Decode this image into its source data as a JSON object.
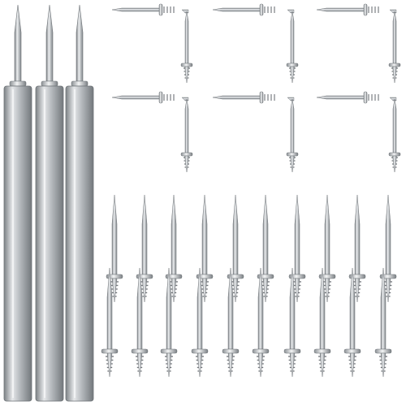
{
  "image": {
    "subject": "steel-pins-set",
    "background": "#ffffff",
    "colors": {
      "rod_light": "#d8dadc",
      "rod_mid": "#a7abaf",
      "rod_dark": "#6f7478",
      "highlight": "#f6f7f8"
    },
    "groups": {
      "long_rods": {
        "count": 3
      },
      "bent_pins": {
        "count": 12
      },
      "straight_pins": {
        "count": 20
      }
    }
  }
}
